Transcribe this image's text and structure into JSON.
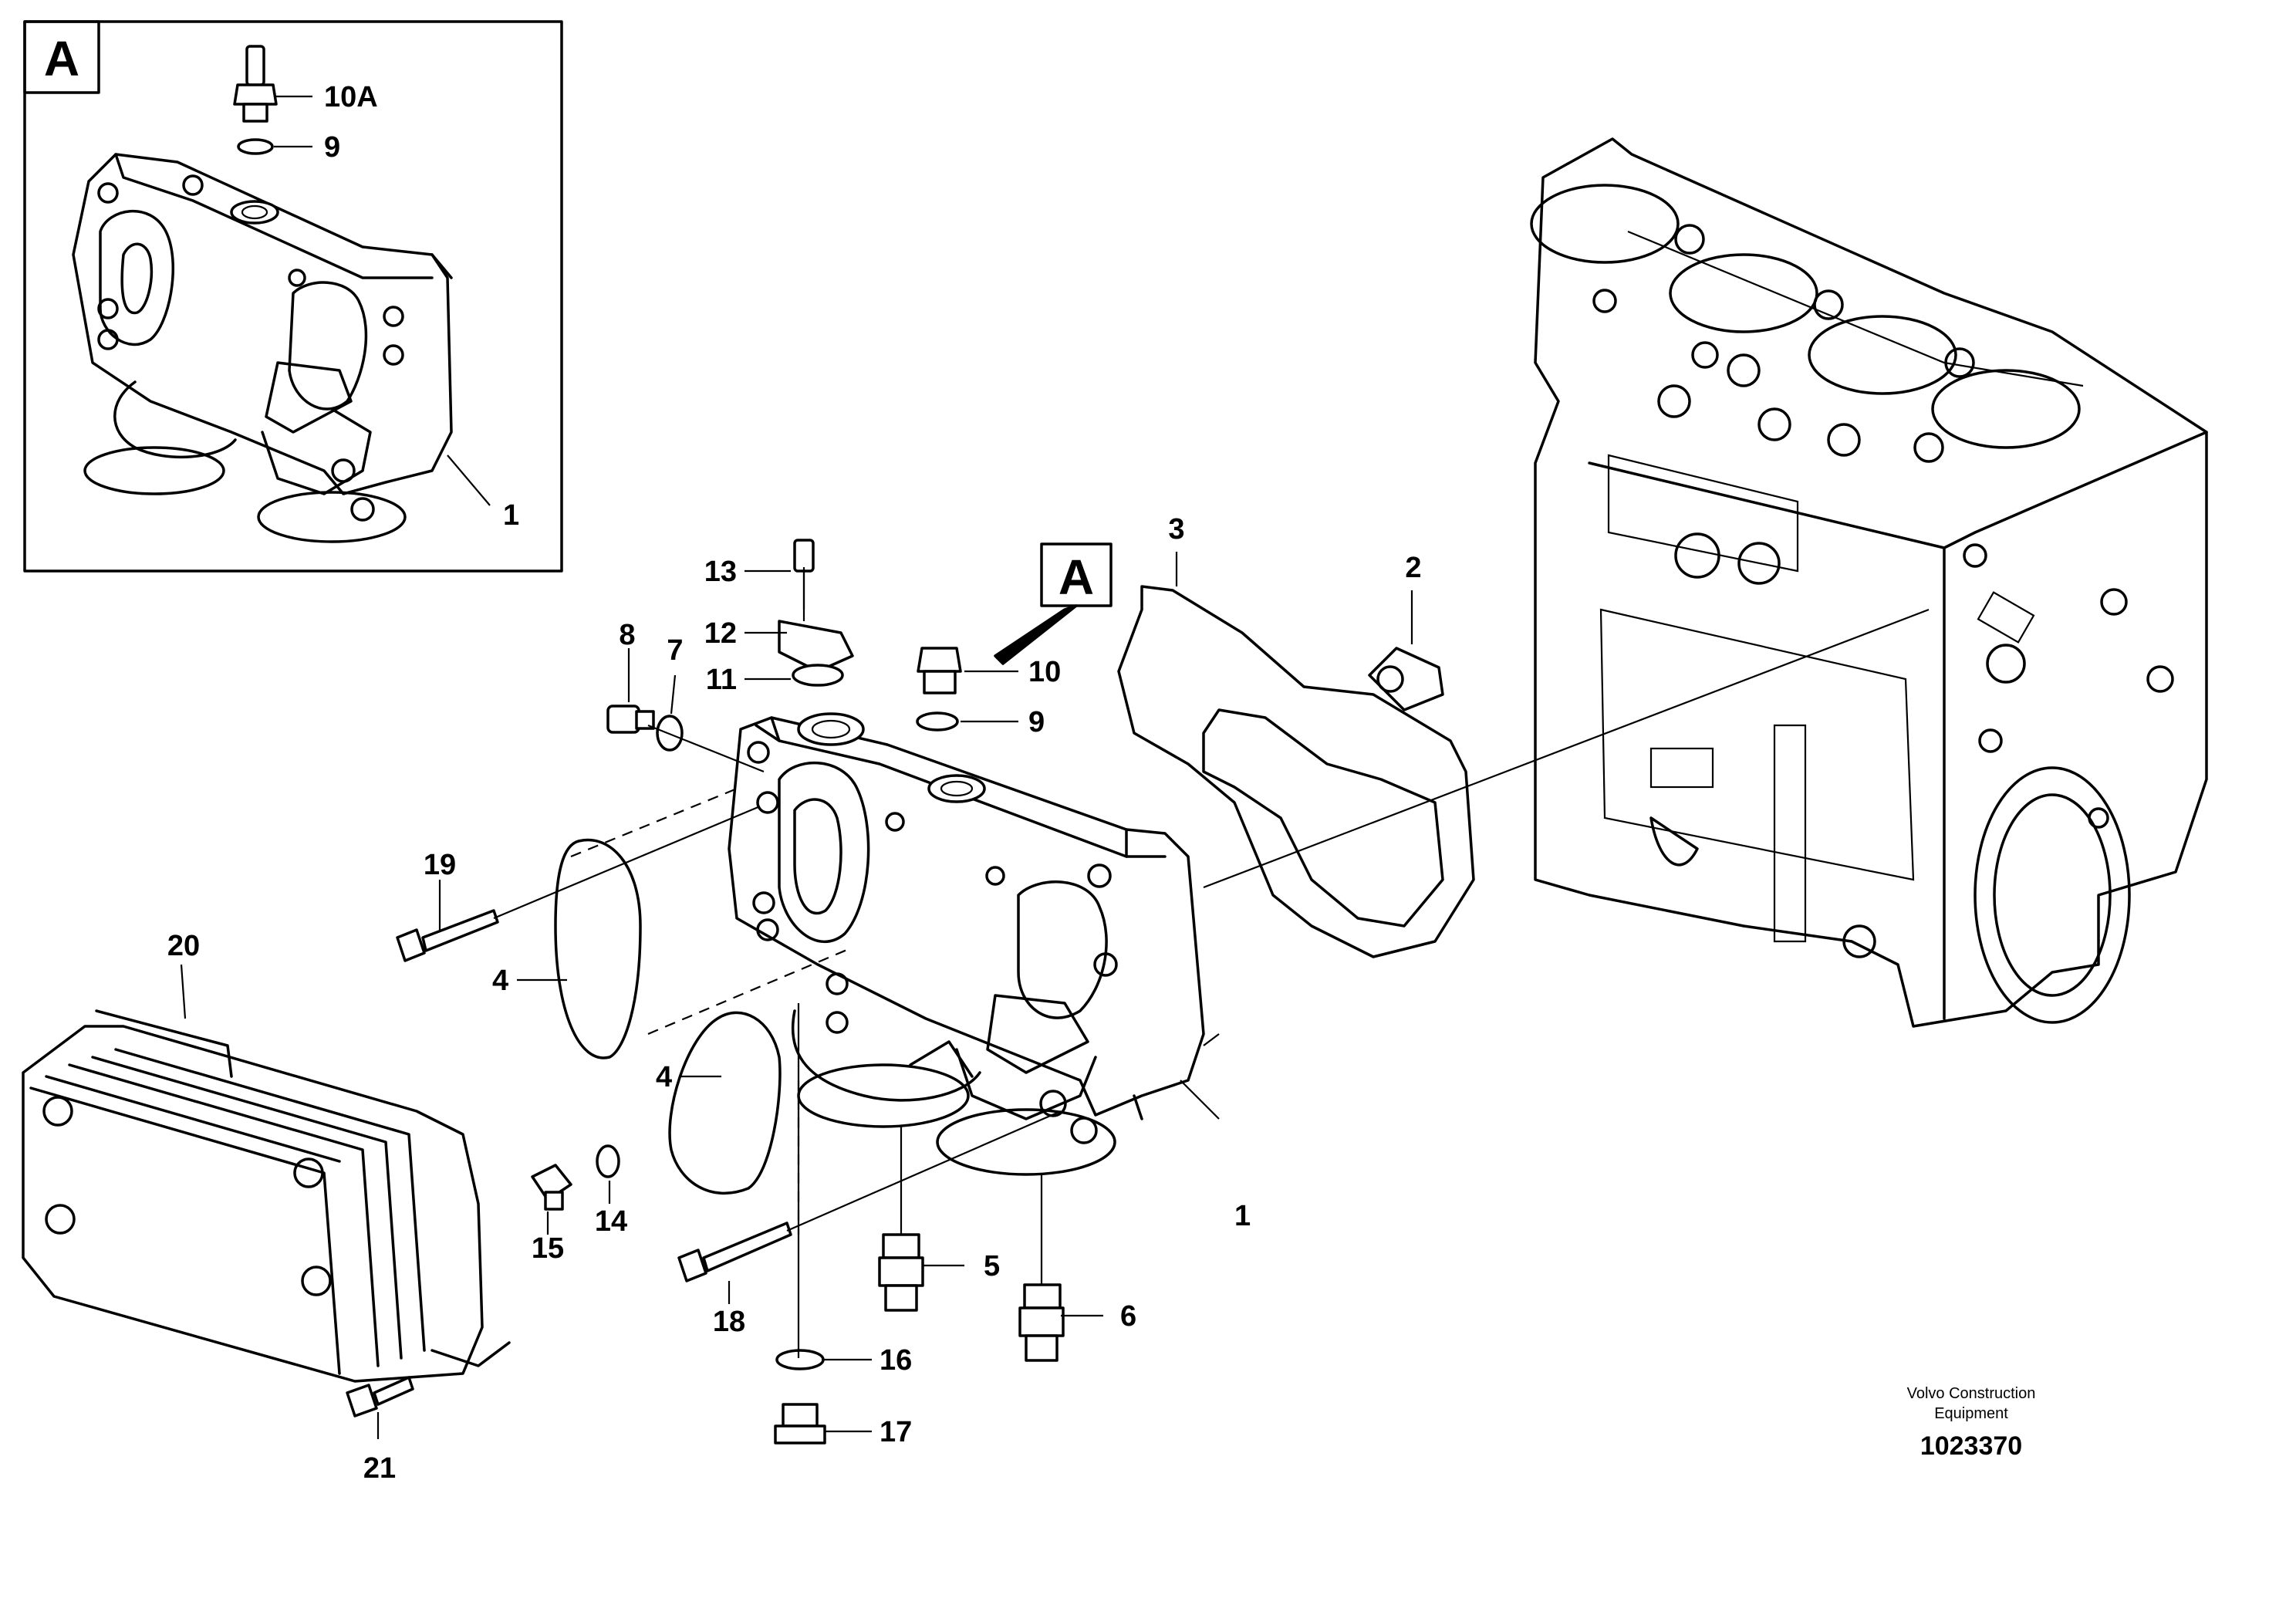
{
  "detail_box": {
    "label": "A",
    "callouts": [
      "10A",
      "9",
      "1"
    ]
  },
  "callouts": {
    "c1": "1",
    "c2": "2",
    "c3": "3",
    "c4a": "4",
    "c4b": "4",
    "c5": "5",
    "c6": "6",
    "c7": "7",
    "c8": "8",
    "c9": "9",
    "c10": "10",
    "c11": "11",
    "c12": "12",
    "c13": "13",
    "c14": "14",
    "c15": "15",
    "c16": "16",
    "c17": "17",
    "c18": "18",
    "c19": "19",
    "c20": "20",
    "c21": "21"
  },
  "view_marker": "A",
  "caption": {
    "line1": "Volvo Construction",
    "line2": "Equipment",
    "number": "1023370"
  }
}
